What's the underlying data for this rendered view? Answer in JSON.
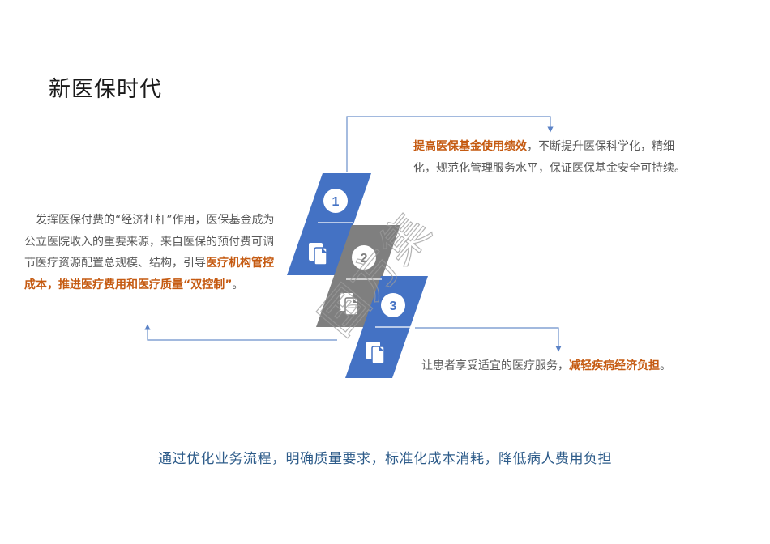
{
  "title": "新医保时代",
  "steps": [
    {
      "number": "1"
    },
    {
      "number": "2"
    },
    {
      "number": "3"
    }
  ],
  "left_text": {
    "normal": "发挥医保付费的“经济杠杆”作用，医保基金成为公立医院收入的重要来源，来自医保的预付费可调节医疗资源配置总规模、结构，引导",
    "highlight": "医疗机构管控成本，推进医疗费用和医疗质量“双控制”",
    "tail": "。"
  },
  "top_text": {
    "highlight": "提高医保基金使用绩效",
    "normal": "，不断提升医保科学化，精细化，规范化管理服务水平，保证医保基金安全可持续。"
  },
  "bottom_text": {
    "normal": "让患者享受适宜的医疗服务，",
    "highlight": "减轻疾病经济负担",
    "tail": "。"
  },
  "footer": "通过优化业务流程，明确质量要求，标准化成本消耗，降低病人费用负担",
  "watermark": "国方集",
  "colors": {
    "blue": "#4472c4",
    "gray": "#7f7f7f",
    "highlight": "#c55a11",
    "footer": "#2e5c8a",
    "connector": "#6a8fca"
  }
}
